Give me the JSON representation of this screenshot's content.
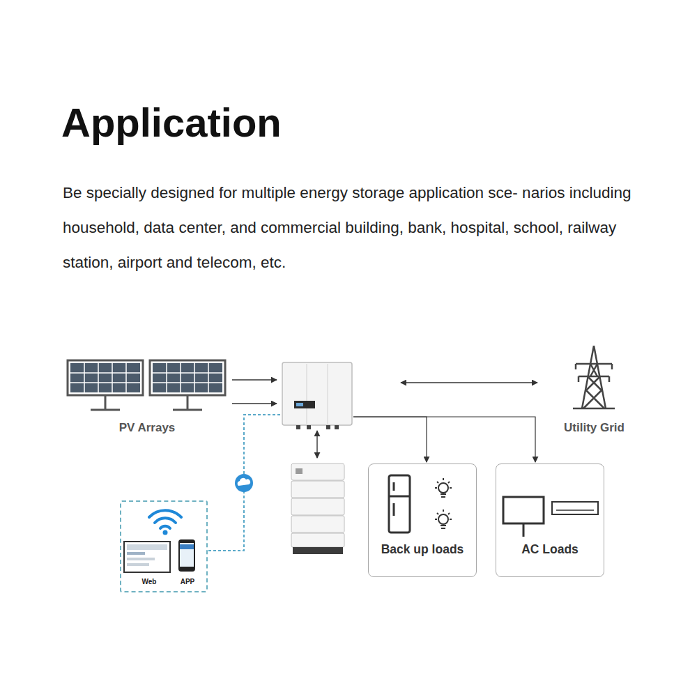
{
  "diagram": {
    "title": "Application",
    "nodes": [
      {
        "text": [
          "PV Arrays"
        ]
      },
      {
        "text": []
      },
      {
        "text": [
          "Utility Grid"
        ]
      },
      {
        "text": [
          "Web",
          "APP"
        ]
      },
      {
        "text": []
      },
      {
        "text": [
          "Back up loads"
        ]
      },
      {
        "text": [
          "AC Loads"
        ]
      }
    ],
    "edges": [
      {
        "from": 0,
        "to": 1,
        "arrow": "to"
      },
      {
        "from": 0,
        "to": 1,
        "arrow": "to"
      },
      {
        "from": 1,
        "to": 2,
        "arrow": "both"
      },
      {
        "from": 1,
        "to": 4,
        "arrow": "both"
      },
      {
        "from": 1,
        "to": 5,
        "arrow": "to"
      },
      {
        "from": 1,
        "to": 6,
        "arrow": "to"
      },
      {
        "from": 3,
        "to": 1,
        "arrow": "none"
      }
    ],
    "labels": [
      "Be specially designed for multiple energy storage application sce- narios including household, data center, and commercial building, bank, hospital, school, railway station, airport and telecom, etc."
    ]
  }
}
